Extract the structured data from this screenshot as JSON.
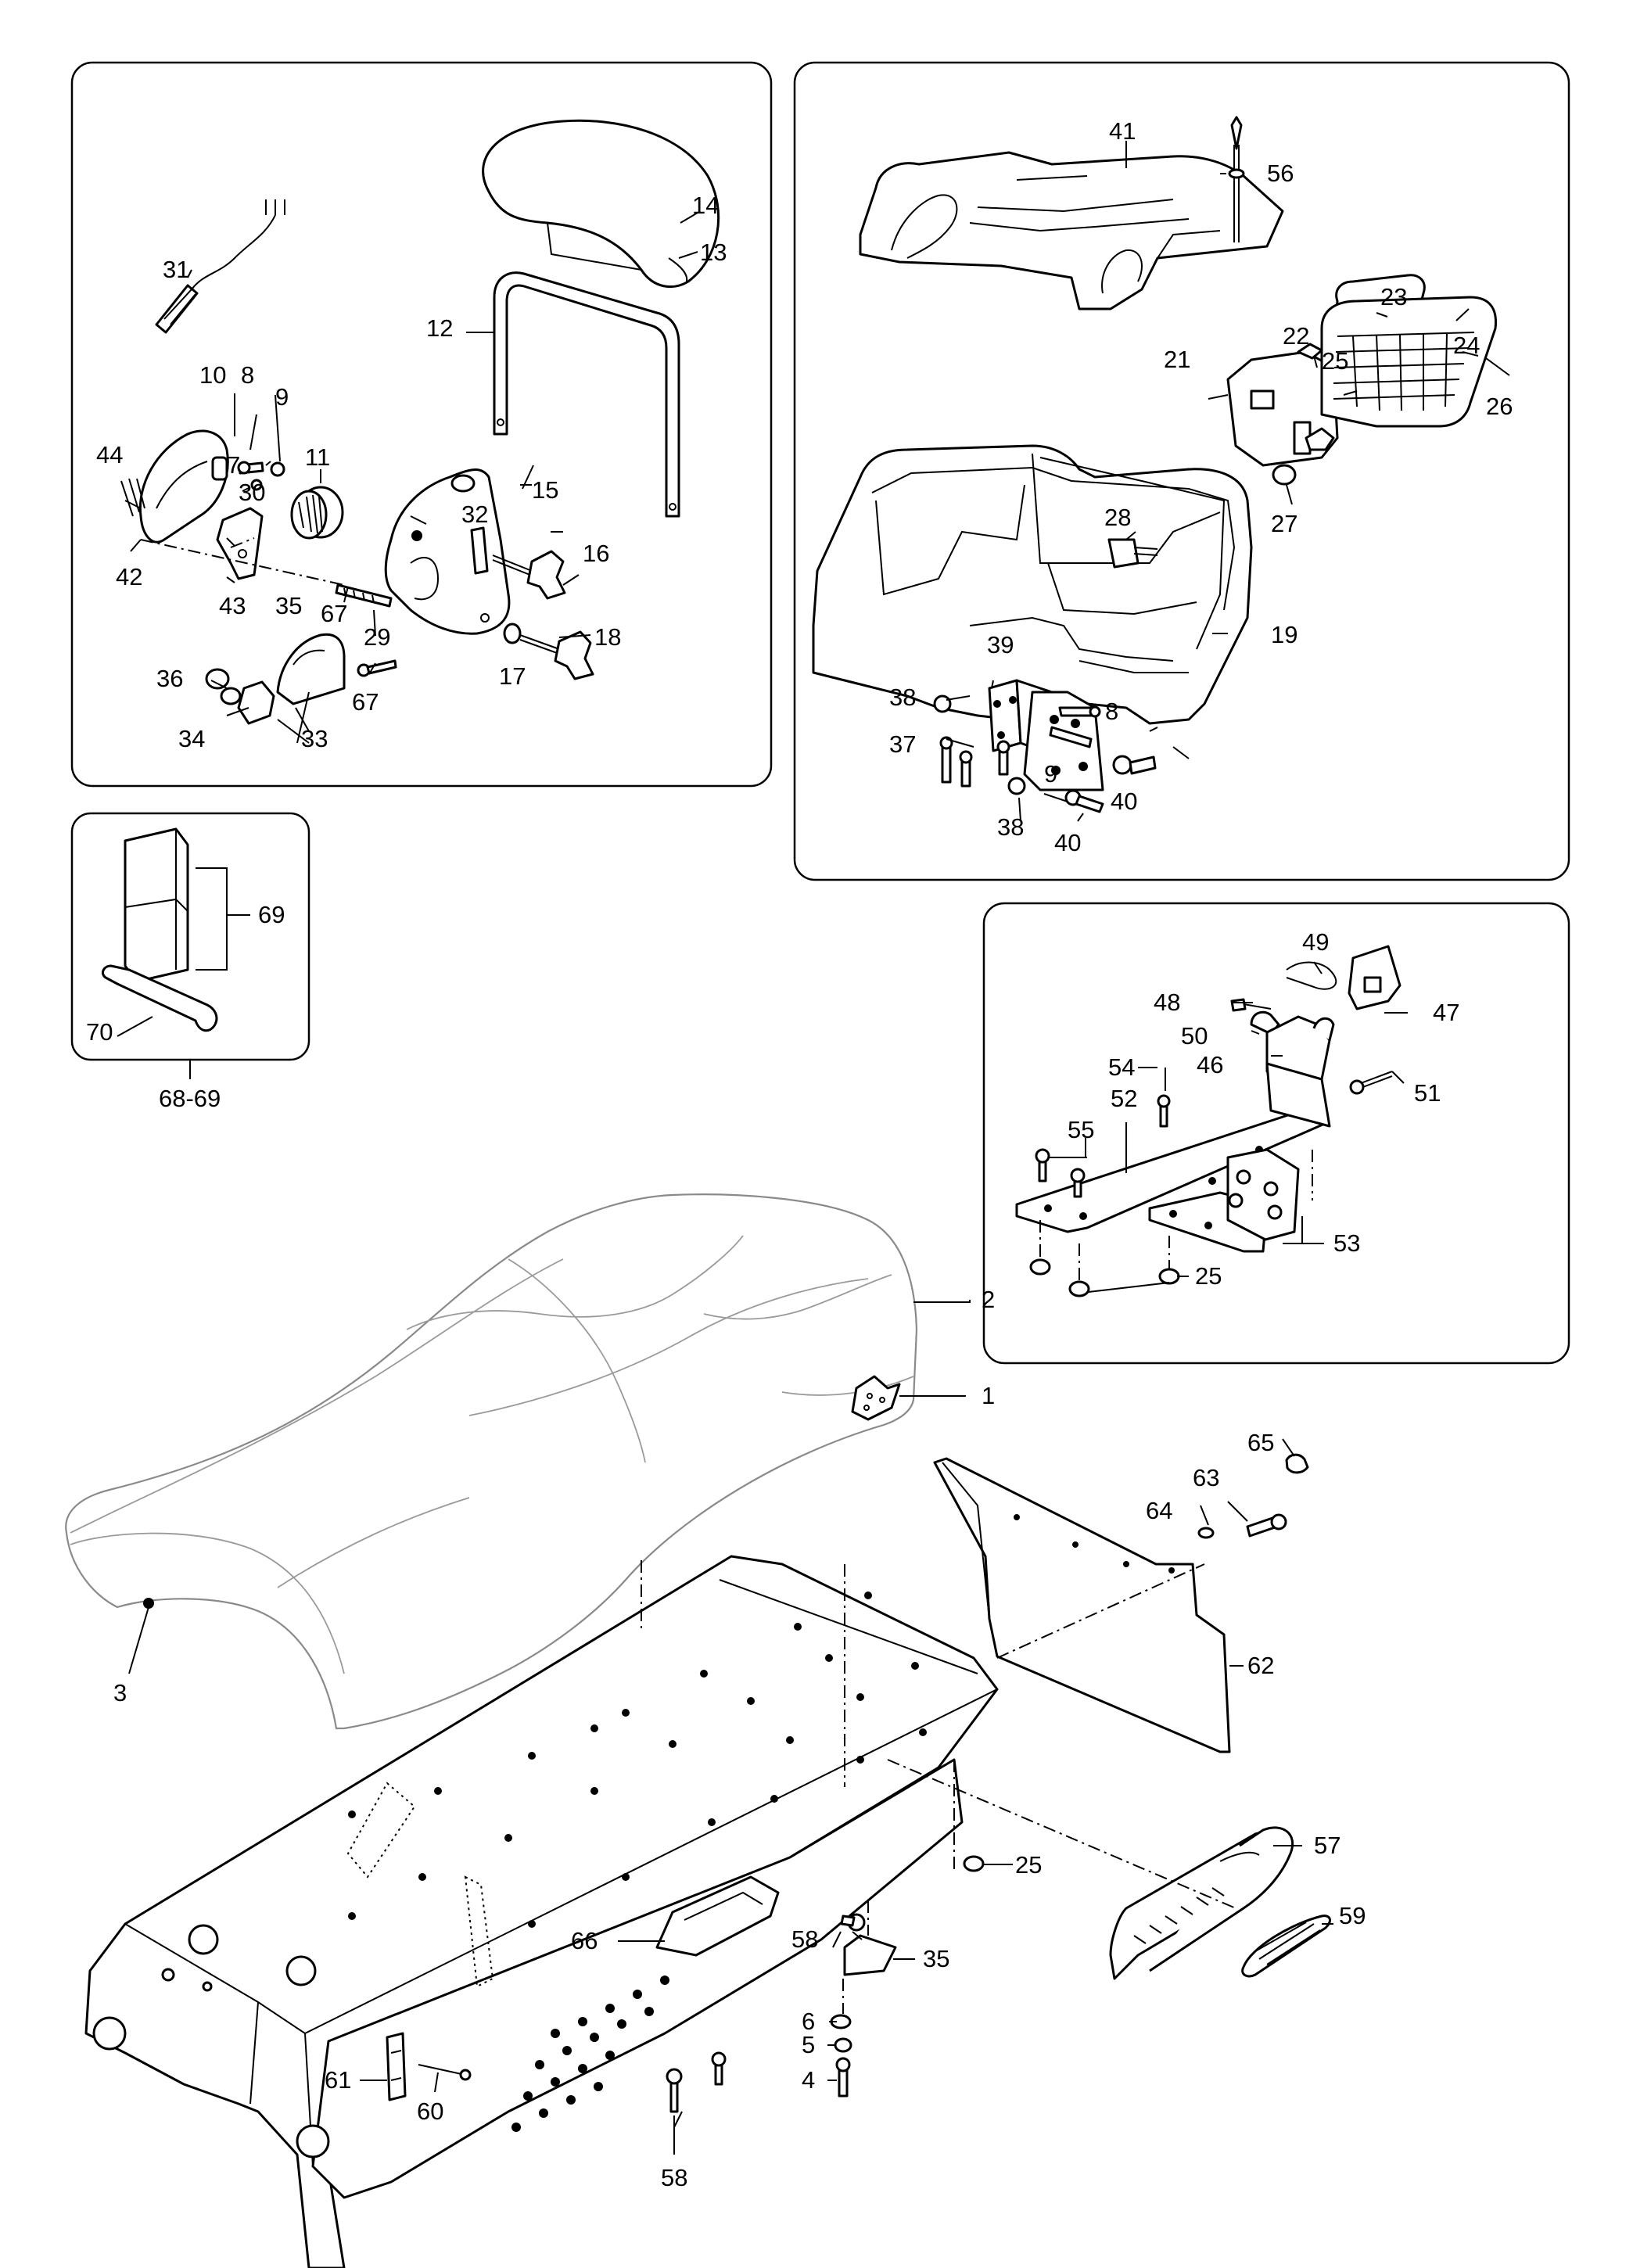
{
  "callouts": {
    "p1": "1",
    "p2": "2",
    "p3": "3",
    "p4": "4",
    "p5": "5",
    "p6": "6",
    "p7": "7",
    "p8": "8",
    "p9": "9",
    "p10": "10",
    "p11": "11",
    "p12": "12",
    "p13": "13",
    "p14": "14",
    "p15": "15",
    "p16": "16",
    "p17": "17",
    "p18": "18",
    "p19": "19",
    "p21": "21",
    "p22": "22",
    "p23": "23",
    "p24": "24",
    "p25a": "25",
    "p25b": "25",
    "p25c": "25",
    "p26": "26",
    "p27": "27",
    "p28": "28",
    "p29": "29",
    "p30": "30",
    "p31": "31",
    "p32": "32",
    "p33": "33",
    "p34": "34",
    "p35a": "35",
    "p35b": "35",
    "p36": "36",
    "p37": "37",
    "p38a": "38",
    "p38b": "38",
    "p39": "39",
    "p40a": "40",
    "p40b": "40",
    "p41": "41",
    "p42": "42",
    "p43": "43",
    "p44": "44",
    "p46": "46",
    "p47": "47",
    "p48": "48",
    "p49": "49",
    "p50": "50",
    "p51": "51",
    "p52": "52",
    "p53": "53",
    "p54": "54",
    "p55": "55",
    "p56": "56",
    "p57": "57",
    "p58a": "58",
    "p58b": "58",
    "p59": "59",
    "p60": "60",
    "p61": "61",
    "p62": "62",
    "p63": "63",
    "p64": "64",
    "p65": "65",
    "p66": "66",
    "p67a": "67",
    "p67b": "67",
    "p69": "69",
    "p70": "70",
    "p8b": "8",
    "p9b": "9",
    "kit": "68-69"
  }
}
